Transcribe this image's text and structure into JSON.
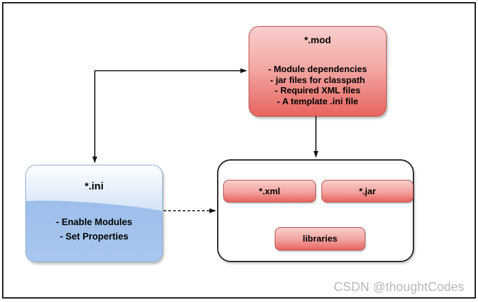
{
  "colors": {
    "red_top": "#f8cecc",
    "red_bottom": "#e8645f",
    "red_border": "#b85450",
    "blue_border": "#8fafd8",
    "blue_fill": "#9cbee9",
    "line": "#141414"
  },
  "mod_box": {
    "title": "*.mod",
    "items": [
      "- Module dependencies",
      "- jar files for classpath",
      "- Required XML files",
      "- A template .ini file"
    ]
  },
  "ini_box": {
    "title": "*.ini",
    "items": [
      "- Enable Modules",
      "- Set Properties"
    ]
  },
  "output_box": {
    "xml_label": "*.xml",
    "jar_label": "*.jar",
    "libraries_label": "libraries"
  },
  "watermark": "CSDN @thoughtCodes"
}
